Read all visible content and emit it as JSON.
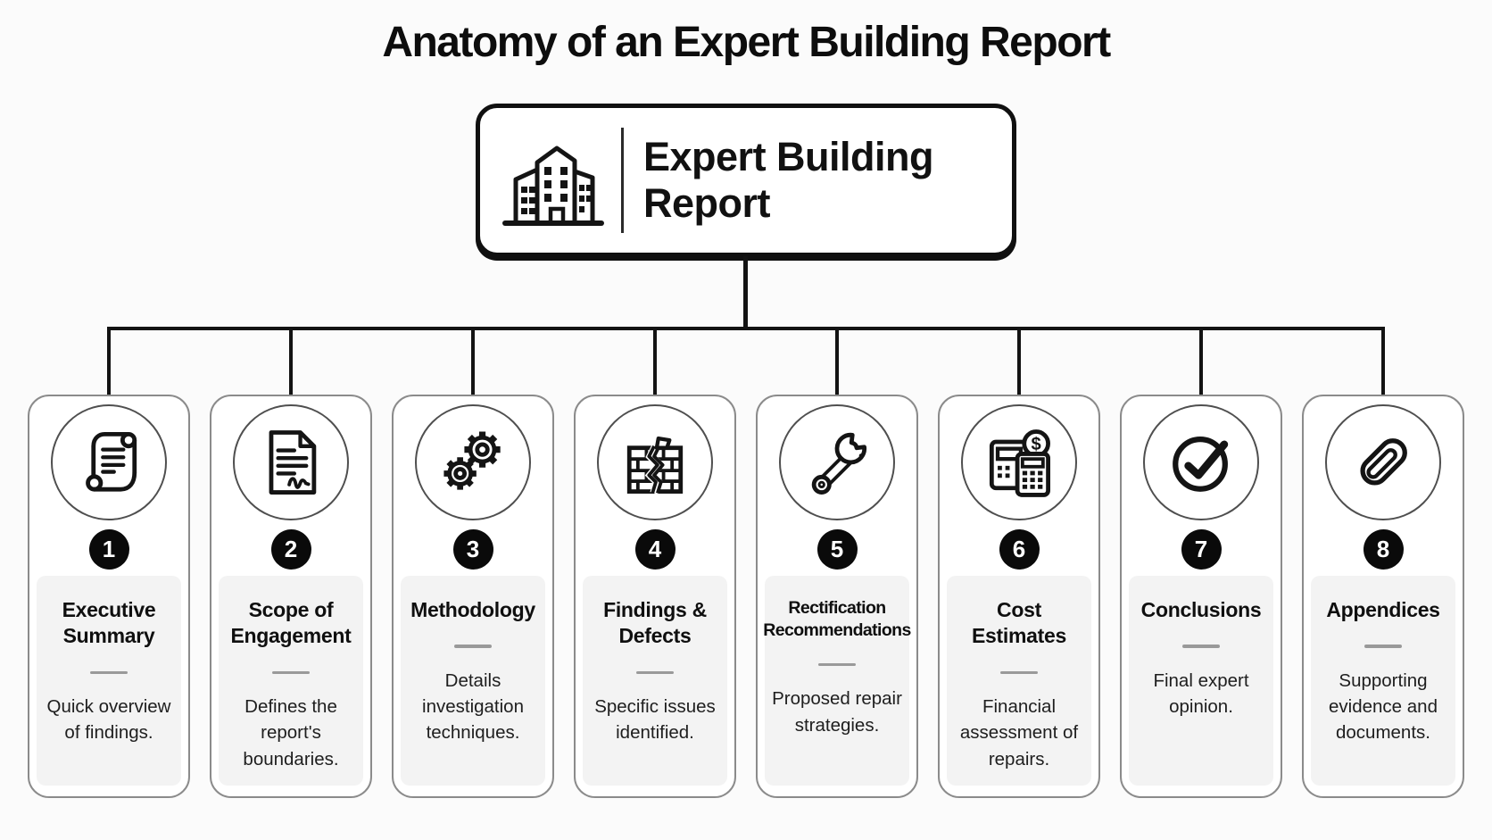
{
  "page_title": "Anatomy of an Expert Building Report",
  "root_box": {
    "label": "Expert Building Report",
    "icon": "building-icon"
  },
  "colors": {
    "connector_line": "#131313",
    "card_border": "#8b8b8b",
    "panel_background": "#f3f3f3",
    "badge_background": "#0a0a0a",
    "icon_stroke": "#141414"
  },
  "cards": [
    {
      "number": "1",
      "icon": "scroll-icon",
      "title": "Executive Summary",
      "description": "Quick overview of findings."
    },
    {
      "number": "2",
      "icon": "signed-document-icon",
      "title": "Scope of Engagement",
      "description": "Defines the report's boundaries."
    },
    {
      "number": "3",
      "icon": "gears-icon",
      "title": "Methodology",
      "description": "Details investigation techniques."
    },
    {
      "number": "4",
      "icon": "cracked-wall-icon",
      "title": "Findings & Defects",
      "description": "Specific issues identified."
    },
    {
      "number": "5",
      "icon": "wrench-icon",
      "title": "Rectification Recommendations",
      "description": "Proposed repair strategies."
    },
    {
      "number": "6",
      "icon": "cost-calculator-icon",
      "title": "Cost Estimates",
      "description": "Financial assessment of repairs."
    },
    {
      "number": "7",
      "icon": "check-circle-icon",
      "title": "Conclusions",
      "description": "Final expert opinion."
    },
    {
      "number": "8",
      "icon": "paperclip-icon",
      "title": "Appendices",
      "description": "Supporting evidence and documents."
    }
  ]
}
